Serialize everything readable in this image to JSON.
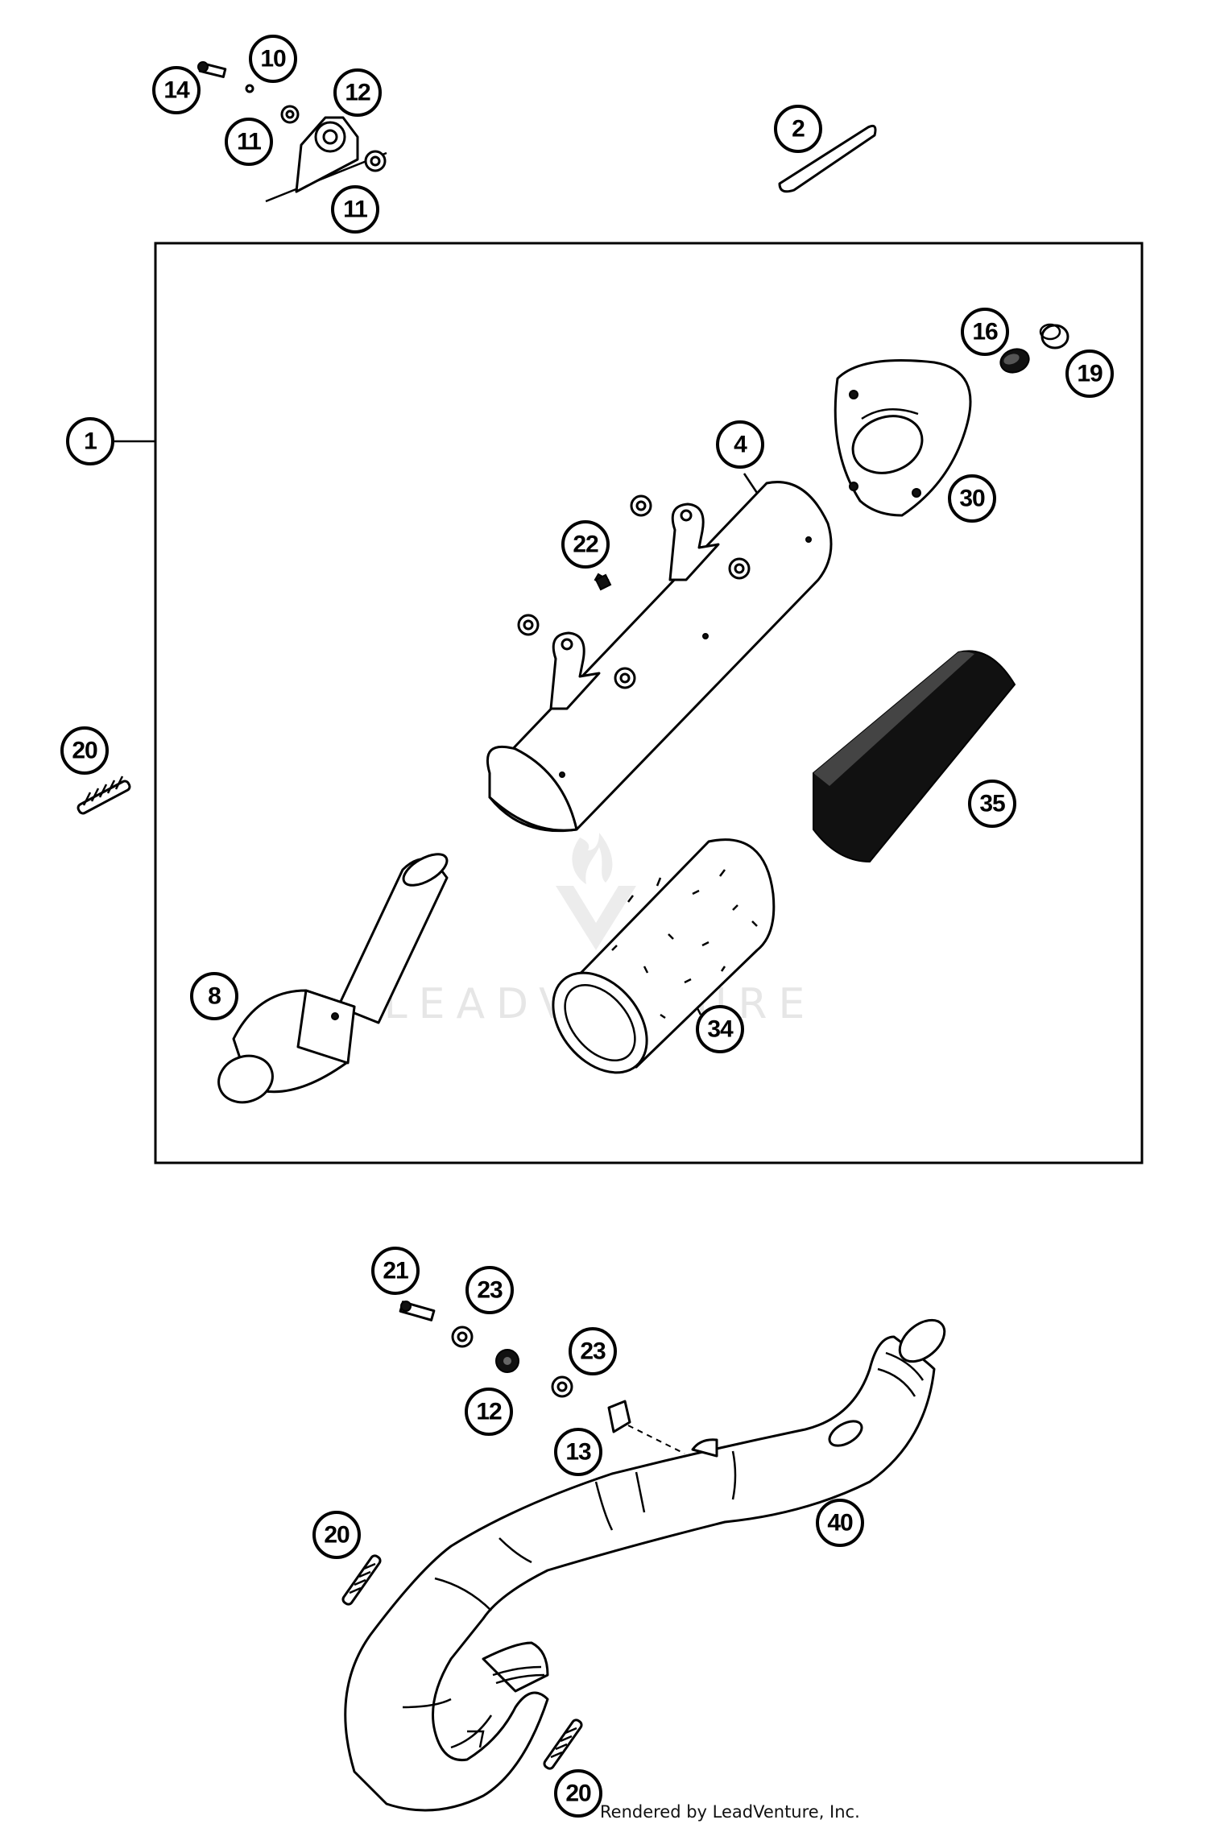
{
  "diagram": {
    "callouts": [
      {
        "id": "c-1",
        "label": "1"
      },
      {
        "id": "c-2",
        "label": "2"
      },
      {
        "id": "c-4",
        "label": "4"
      },
      {
        "id": "c-8",
        "label": "8"
      },
      {
        "id": "c-10",
        "label": "10"
      },
      {
        "id": "c-11a",
        "label": "11"
      },
      {
        "id": "c-11b",
        "label": "11"
      },
      {
        "id": "c-12a",
        "label": "12"
      },
      {
        "id": "c-12b",
        "label": "12"
      },
      {
        "id": "c-13",
        "label": "13"
      },
      {
        "id": "c-14",
        "label": "14"
      },
      {
        "id": "c-16",
        "label": "16"
      },
      {
        "id": "c-19",
        "label": "19"
      },
      {
        "id": "c-20a",
        "label": "20"
      },
      {
        "id": "c-20b",
        "label": "20"
      },
      {
        "id": "c-20c",
        "label": "20"
      },
      {
        "id": "c-21",
        "label": "21"
      },
      {
        "id": "c-22",
        "label": "22"
      },
      {
        "id": "c-23a",
        "label": "23"
      },
      {
        "id": "c-23b",
        "label": "23"
      },
      {
        "id": "c-30",
        "label": "30"
      },
      {
        "id": "c-34",
        "label": "34"
      },
      {
        "id": "c-35",
        "label": "35"
      },
      {
        "id": "c-40",
        "label": "40"
      }
    ],
    "watermark": "LEADVENTURE",
    "credit": "Rendered by LeadVenture, Inc."
  }
}
